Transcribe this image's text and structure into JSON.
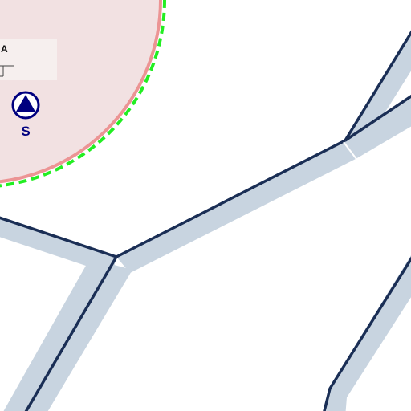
{
  "map": {
    "colors": {
      "background": "#ffffff",
      "zone_fill": "#f2e1e2",
      "zone_border": "#ec9494",
      "zone_dash": "#22ee22",
      "road_casing": "#c8d4e0",
      "road_line": "#1a2e55",
      "marker": "#00007f",
      "label_box": "#f6efee"
    },
    "zone_label": {
      "text": "A"
    },
    "marker": {
      "icon": "triangle-in-circle-icon",
      "label": "S"
    },
    "roads": [
      {
        "name": "road-west-to-junction"
      },
      {
        "name": "road-junction-to-southwest"
      },
      {
        "name": "road-junction-to-east-junction"
      },
      {
        "name": "road-east-junction-to-northeast"
      },
      {
        "name": "road-east-junction-to-east"
      },
      {
        "name": "road-southeast"
      }
    ]
  }
}
